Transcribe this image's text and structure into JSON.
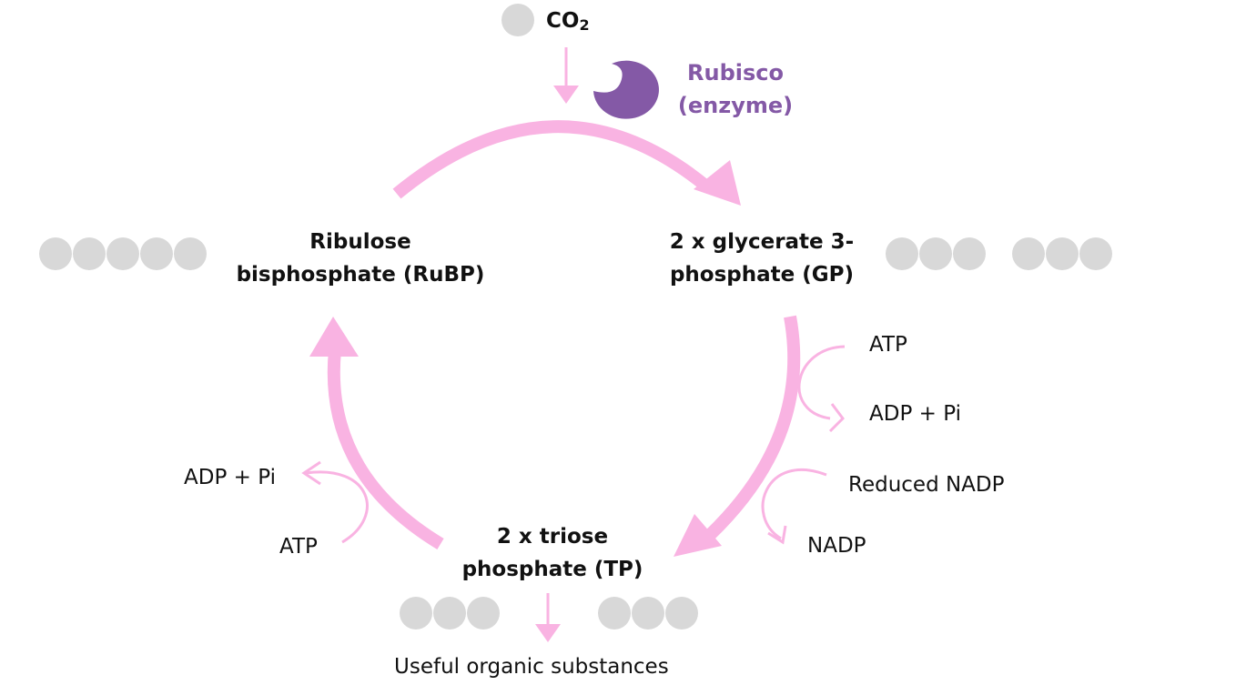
{
  "colors": {
    "arrow": "#f9b3e2",
    "carbon": "#d8d8d8",
    "enzyme": "#8459a6",
    "text": "#111111"
  },
  "co2": {
    "main": "CO",
    "subscript": "2"
  },
  "enzyme": {
    "line1": "Rubisco",
    "line2": "(enzyme)",
    "icon": "pacman-enzyme-icon"
  },
  "molecules": {
    "rubp": {
      "line1": "Ribulose",
      "line2": "bisphosphate (RuBP)",
      "carbons": 5
    },
    "gp": {
      "line1": "2 x glycerate 3-",
      "line2": "phosphate (GP)",
      "carbons": 6
    },
    "tp": {
      "line1": "2 x triose",
      "line2": "phosphate (TP)",
      "carbons": 6
    }
  },
  "gp_to_tp": {
    "atp_in": "ATP",
    "adp_out": "ADP + Pi",
    "nadph_in": "Reduced NADP",
    "nadp_out": "NADP"
  },
  "tp_to_rubp": {
    "atp_in": "ATP",
    "adp_out": "ADP + Pi"
  },
  "output": {
    "label": "Useful organic substances"
  }
}
